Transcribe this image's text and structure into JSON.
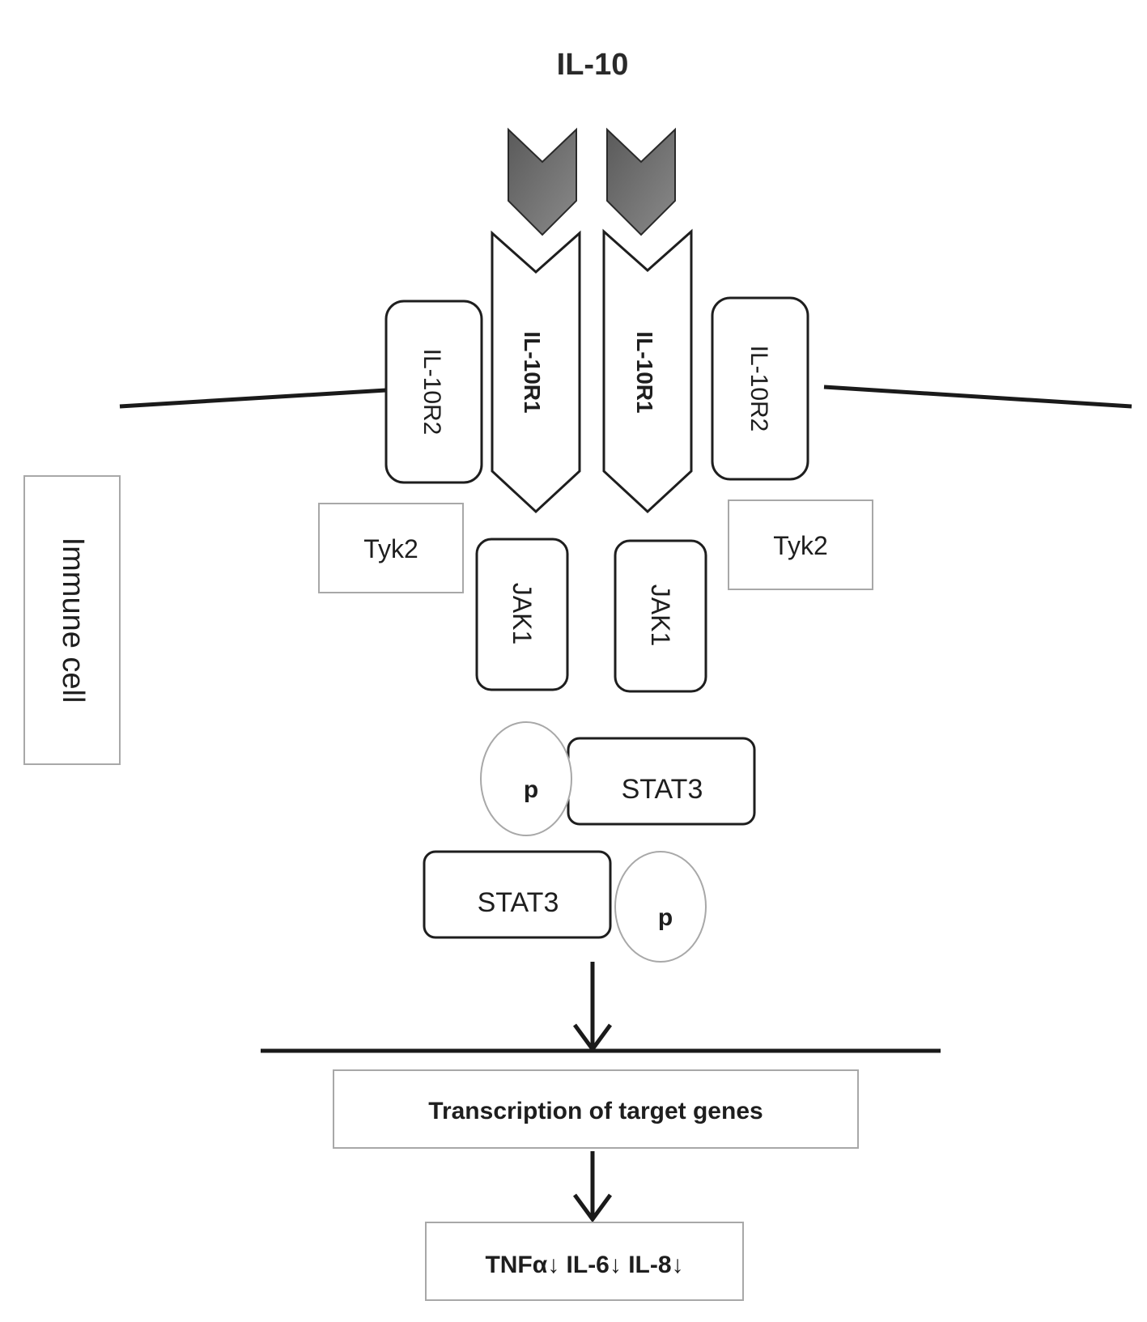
{
  "title": "IL-10",
  "cell_label": "Immune cell",
  "receptors": {
    "il10r1_left": "IL-10R1",
    "il10r1_right": "IL-10R1",
    "il10r2_left": "IL-10R2",
    "il10r2_right": "IL-10R2"
  },
  "kinases": {
    "tyk2_left": "Tyk2",
    "tyk2_right": "Tyk2",
    "jak1_left": "JAK1",
    "jak1_right": "JAK1"
  },
  "stat": {
    "upper_label": "STAT3",
    "lower_label": "STAT3",
    "phospho_upper": "p",
    "phospho_lower": "p"
  },
  "nucleus": {
    "transcription": "Transcription of target genes",
    "outcome": "TNFα↓ IL-6↓ IL-8↓"
  },
  "colors": {
    "ligand_fill": "#6b6b6b",
    "box_stroke": "#2a2a2a",
    "light_stroke": "#a8a8a8"
  }
}
